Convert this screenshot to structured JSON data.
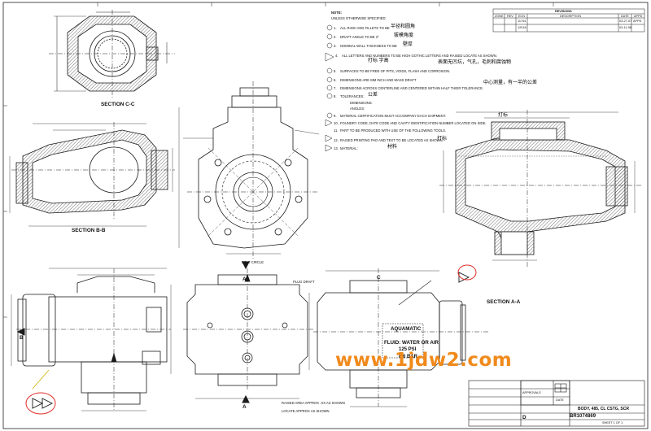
{
  "notes": {
    "heading": "NOTE:",
    "intro": "UNLESS OTHERWISE SPECIFIED:",
    "items": [
      {
        "num": "1.",
        "text": "ALL RADII AND FILLETS TO BE",
        "cn": "半径和圆角"
      },
      {
        "num": "2.",
        "text": "DRAFT ANGLE TO BE 3°",
        "cn": "拔模角度"
      },
      {
        "num": "3.",
        "text": "NOMINAL WALL THICKNESS TO BE",
        "cn": "壁厚"
      },
      {
        "num": "4.",
        "text": "ALL LETTERS AND NUMBERS TO BE HIGH GOTHIC LETTERS AND RAISED LOCATE AS SHOWN.",
        "cn": "打标 字高"
      },
      {
        "num": "5.",
        "text": "SURFACES TO BE FREE OF PITS, VOIDS, FLASH AND CORROSION.",
        "cn": "表面无凹坑，气孔，毛刺和腐蚀物"
      },
      {
        "num": "6.",
        "text": "DIMENSIONS ARE MM INCH AND MASS DRAFT",
        "cn": ""
      },
      {
        "num": "7.",
        "text": "DIMENSIONS ACROSS CENTERLINE AND CENTERED WITHIN HALF THEIR TOLERANCE.",
        "cn": "中心测量，有一半的公差"
      },
      {
        "num": "8.",
        "text": "TOLERANCES:",
        "cn": "公差"
      },
      {
        "num": "",
        "text": "DIMENSIONS:",
        "cn": ""
      },
      {
        "num": "",
        "text": "ANGLES:",
        "cn": ""
      },
      {
        "num": "9.",
        "text": "MATERIAL CERTIFICATION MUST ACCOMPANY EACH SHIPMENT.",
        "cn": ""
      },
      {
        "num": "10.",
        "text": "FOUNDRY CODE, DATE CODE AND CAVITY IDENTIFICATION NUMBER LOCATED ON SIDE.",
        "cn": "打标"
      },
      {
        "num": "11.",
        "text": "PART TO BE PRODUCED WITH USE OF THE FOLLOWING TOOLS.",
        "cn": ""
      },
      {
        "num": "12.",
        "text": "RAISED PRINTING PAD AND TEXT TO BE LOCATED AS SHOWN.",
        "cn": "打标"
      },
      {
        "num": "13.",
        "text": "MATERIAL: ",
        "cn": "材料"
      }
    ]
  },
  "revisions": {
    "title": "REVISIONS",
    "headers": [
      "ZONE",
      "REV",
      "ECN",
      "DESCRIPTION",
      "DATE",
      "APPD"
    ],
    "rows": [
      [
        "",
        "",
        "11744",
        "",
        "03-27-07",
        "APPD"
      ],
      [
        "",
        "",
        "12018",
        "",
        "03-11-08",
        ""
      ]
    ]
  },
  "sections": {
    "cc": "SECTION C-C",
    "bb": "SECTION B-B",
    "aa": "SECTION A-A",
    "a_marker": "A",
    "b_marker": "B",
    "c_marker": "C"
  },
  "markings": {
    "brand": "AQUAMATIC",
    "fluid": "FLUID: WATER OR AIR",
    "psi": "125 PSI",
    "bar": "8.6 BAR",
    "bolt_circle": "BOLT CIRCLE",
    "plug_draft": "PLUG DRAFT"
  },
  "callouts": {
    "raised1": "RAISED AREA APPROX .XX AS SHOWN",
    "raised2": "LOCATE APPROX AS SHOWN"
  },
  "title_block": {
    "part_title": "BODY, 485, CL CSTG, SCR",
    "dwg_no": "BR1074869",
    "size": "D",
    "approvals": "APPROVALS",
    "date": "DATE",
    "sheet": "SHEET 1 OF 1"
  },
  "watermark": "www.1jdw2.com",
  "colors": {
    "line": "#1a1a1a",
    "hatch": "#444444",
    "red_circle": "#e0302a",
    "mark": "#d0b000",
    "watermark": "#f08a1c"
  }
}
